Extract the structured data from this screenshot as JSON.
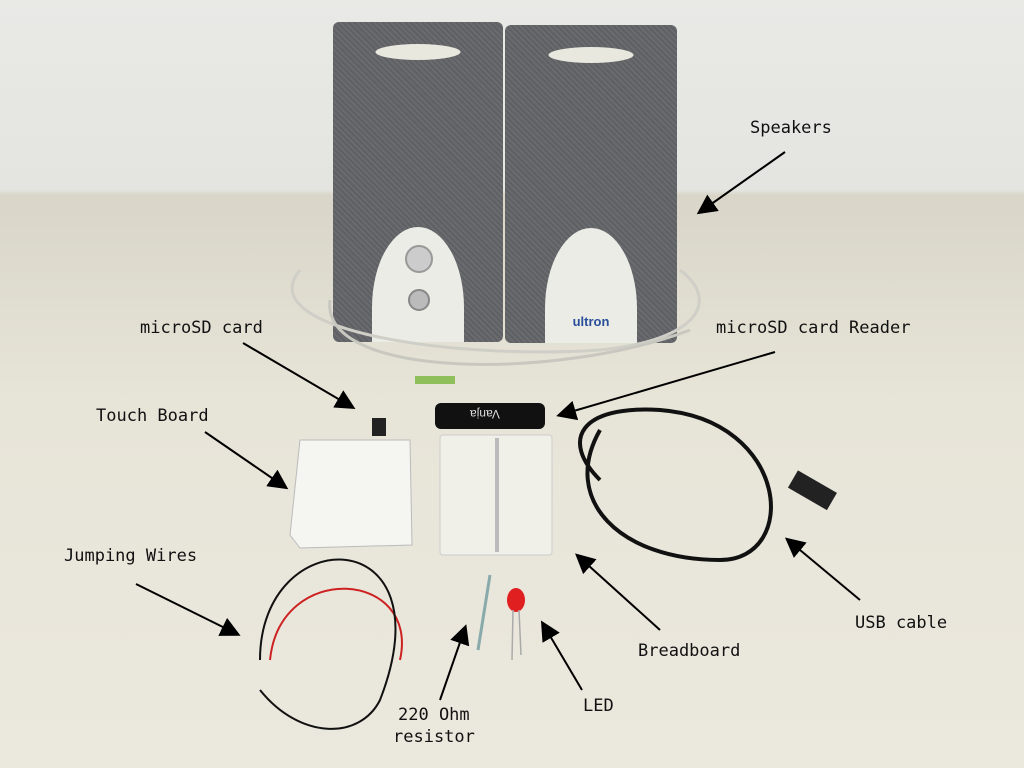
{
  "labels": {
    "speakers": "Speakers",
    "microsd_card": "microSD card",
    "microsd_reader": "microSD card Reader",
    "touch_board": "Touch Board",
    "jumping_wires": "Jumping Wires",
    "usb_cable": "USB cable",
    "breadboard": "Breadboard",
    "led": "LED",
    "resistor_line1": "220 Ohm",
    "resistor_line2": "resistor"
  },
  "logos": {
    "speaker_brand": "ultron",
    "reader_brand": "Vanja"
  }
}
